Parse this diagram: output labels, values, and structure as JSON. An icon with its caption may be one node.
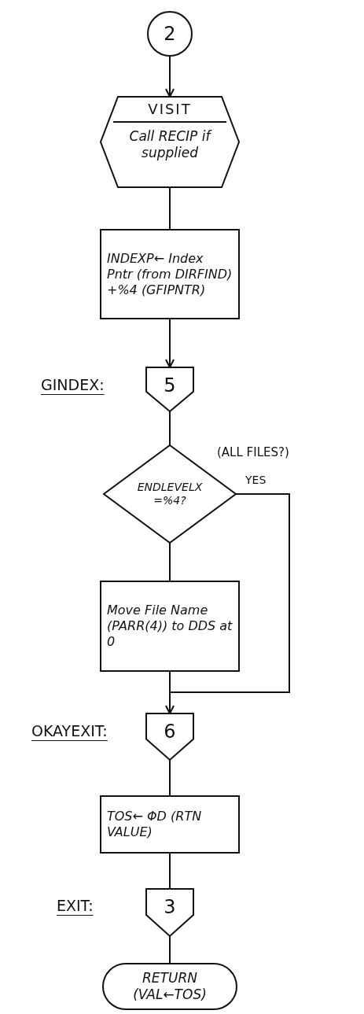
{
  "diagram": {
    "nodes": [
      {
        "text": [
          "2"
        ]
      },
      {
        "text": [
          "VISIT",
          "Call RECIP if supplied"
        ]
      },
      {
        "text": [
          "INDEXP← Index Pntr (from DIRFIND) +%4 (GFIPNTR)"
        ]
      },
      {
        "text": [
          "5"
        ],
        "beside": [
          "GINDEX:"
        ]
      },
      {
        "text": [
          "ENDLEVELX =%4?"
        ]
      },
      {
        "text": [
          "Move File Name (PARR(4)) to DDS at 0"
        ]
      },
      {
        "text": [
          "6"
        ],
        "beside": [
          "OKAYEXIT:"
        ]
      },
      {
        "text": [
          "TOS← ΦD (RTN VALUE)"
        ]
      },
      {
        "text": [
          "3"
        ],
        "beside": [
          "EXIT:"
        ]
      },
      {
        "text": [
          "RETURN (VAL←TOS)"
        ]
      }
    ],
    "edges": [
      {
        "from": 0,
        "to": 1,
        "arrow": "to"
      },
      {
        "from": 1,
        "to": 2,
        "arrow": "none"
      },
      {
        "from": 2,
        "to": 3,
        "arrow": "to"
      },
      {
        "from": 3,
        "to": 4,
        "arrow": "none"
      },
      {
        "from": 4,
        "to": 5,
        "arrow": "none"
      },
      {
        "from": 4,
        "to": 6,
        "arrow": "to",
        "label": "YES"
      },
      {
        "from": 5,
        "to": 6,
        "arrow": "none"
      },
      {
        "from": 6,
        "to": 7,
        "arrow": "none"
      },
      {
        "from": 7,
        "to": 8,
        "arrow": "none"
      },
      {
        "from": 8,
        "to": 9,
        "arrow": "none"
      }
    ],
    "labels": [
      "(ALL FILES?)"
    ]
  }
}
